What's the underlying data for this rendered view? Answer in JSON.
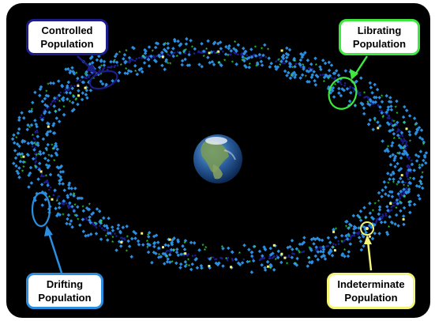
{
  "labels": {
    "controlled": {
      "line1": "Controlled",
      "line2": "Population",
      "color": "#1c1c8a"
    },
    "librating": {
      "line1": "Librating",
      "line2": "Population",
      "color": "#3ee83e"
    },
    "drifting": {
      "line1": "Drifting",
      "line2": "Population",
      "color": "#2a8fe0"
    },
    "indeterminate": {
      "line1": "Indeterminate",
      "line2": "Population",
      "color": "#f4f47a"
    }
  },
  "colors": {
    "background": "#000000",
    "controlled": "#1c1c8a",
    "librating": "#3ee83e",
    "drifting": "#2a8fe0",
    "indeterminate": "#f4f47a"
  },
  "icons": {
    "earth": "earth-globe-icon"
  }
}
